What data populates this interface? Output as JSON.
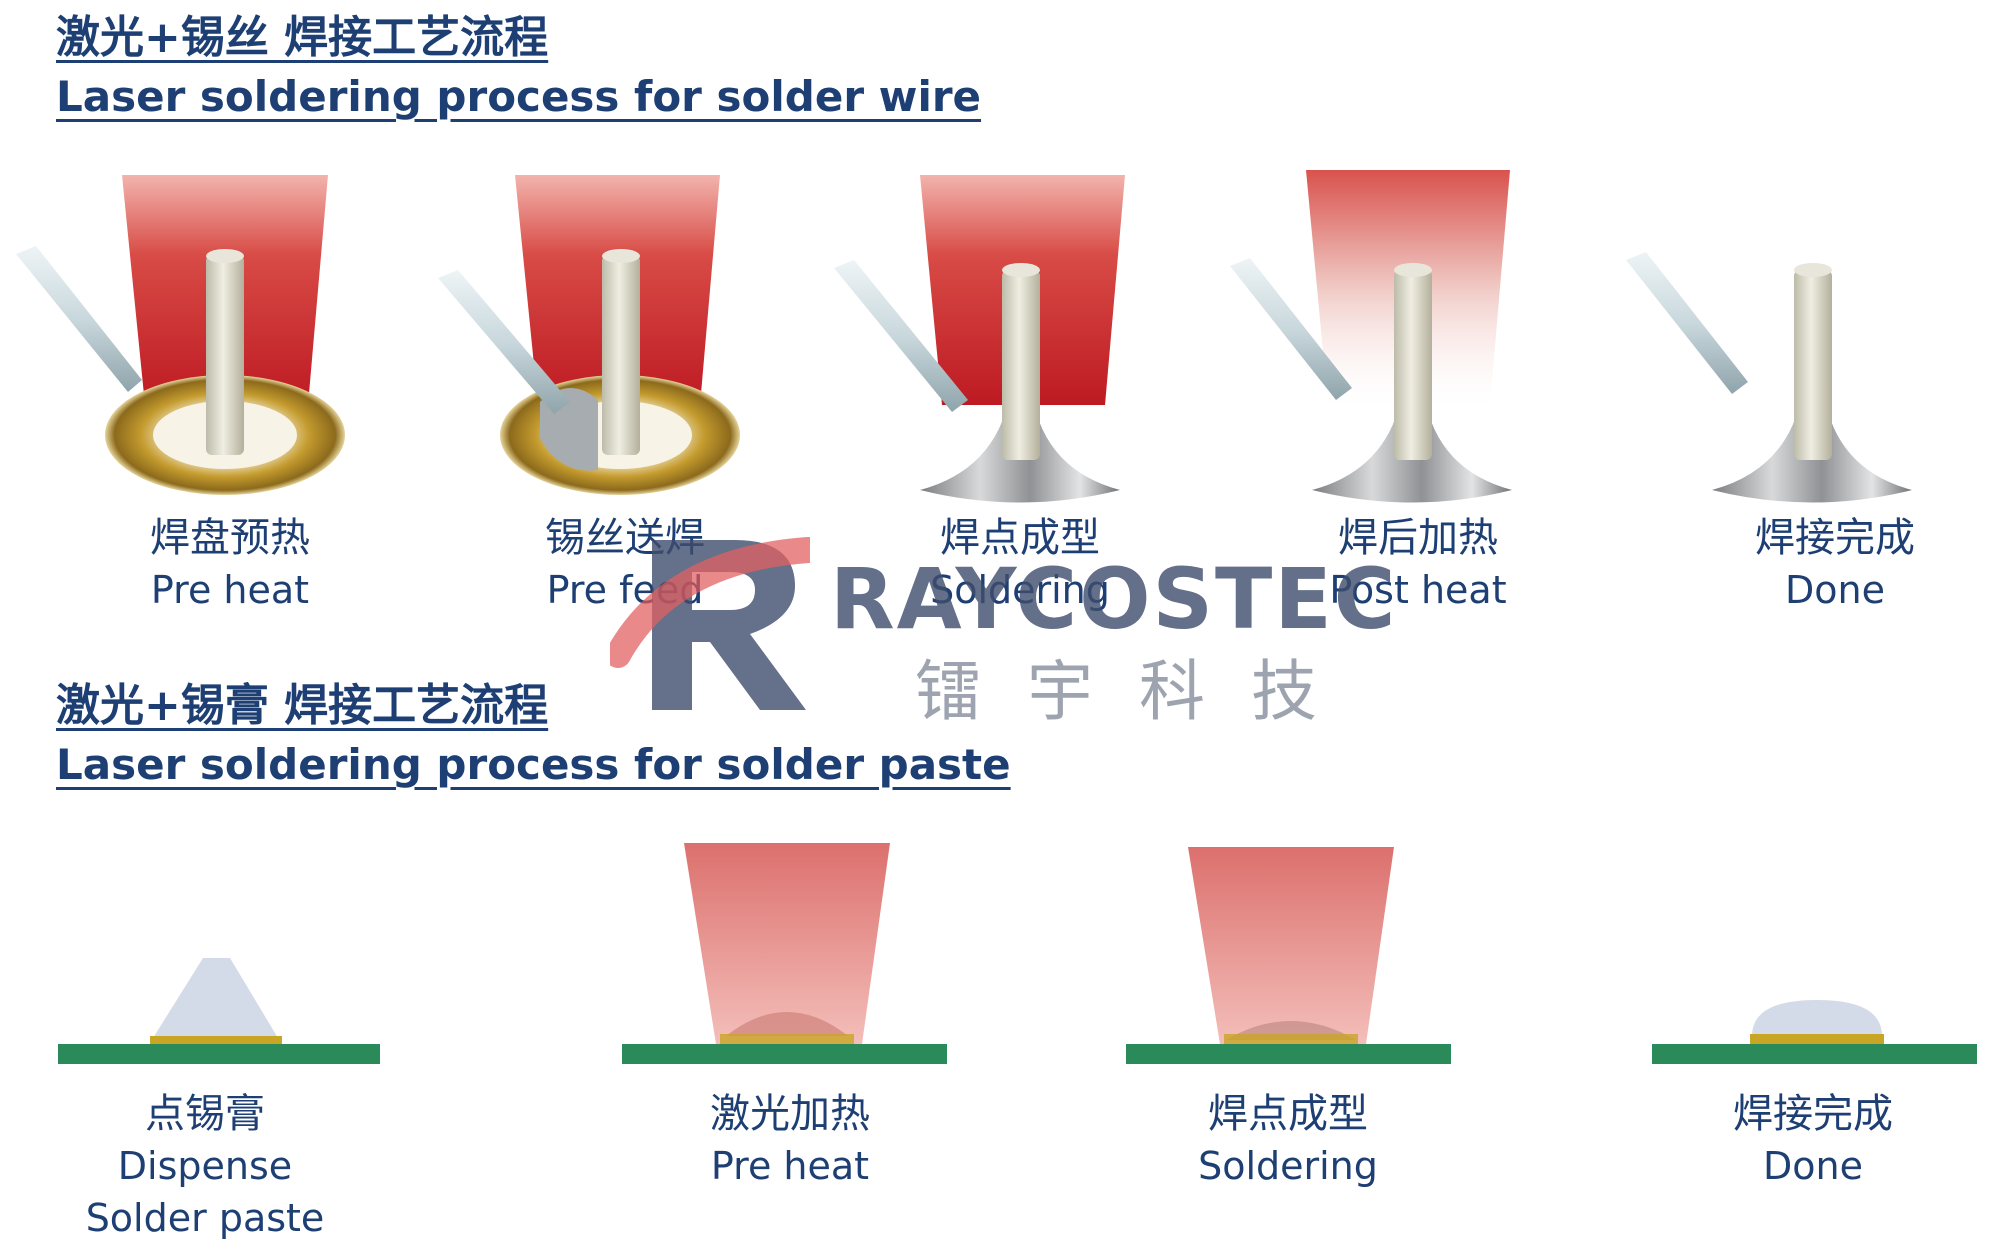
{
  "wire_section": {
    "title_cn": "激光+锡丝 焊接工艺流程",
    "title_en": "Laser soldering process for solder wire",
    "steps": [
      {
        "cn": "焊盘预热",
        "en": "Pre heat"
      },
      {
        "cn": "锡丝送焊",
        "en": "Pre feed"
      },
      {
        "cn": "焊点成型",
        "en": "Soldering"
      },
      {
        "cn": "焊后加热",
        "en": "Post heat"
      },
      {
        "cn": "焊接完成",
        "en": "Done"
      }
    ]
  },
  "paste_section": {
    "title_cn": "激光+锡膏 焊接工艺流程",
    "title_en": "Laser soldering process for solder paste",
    "steps": [
      {
        "cn": "点锡膏",
        "en": "Dispense",
        "en2": "Solder paste"
      },
      {
        "cn": "激光加热",
        "en": "Pre heat"
      },
      {
        "cn": "焊点成型",
        "en": "Soldering"
      },
      {
        "cn": "焊接完成",
        "en": "Done"
      }
    ]
  },
  "watermark": {
    "name": "RAYCOSTEC",
    "name_cn": "镭宇科技"
  },
  "colors": {
    "heading": "#1e3f73",
    "laser": "#c8202a",
    "pcb": "#2a8a5a",
    "pad": "#c9a526",
    "solder": "#9fa3a8",
    "paste": "#d4dbe8"
  }
}
